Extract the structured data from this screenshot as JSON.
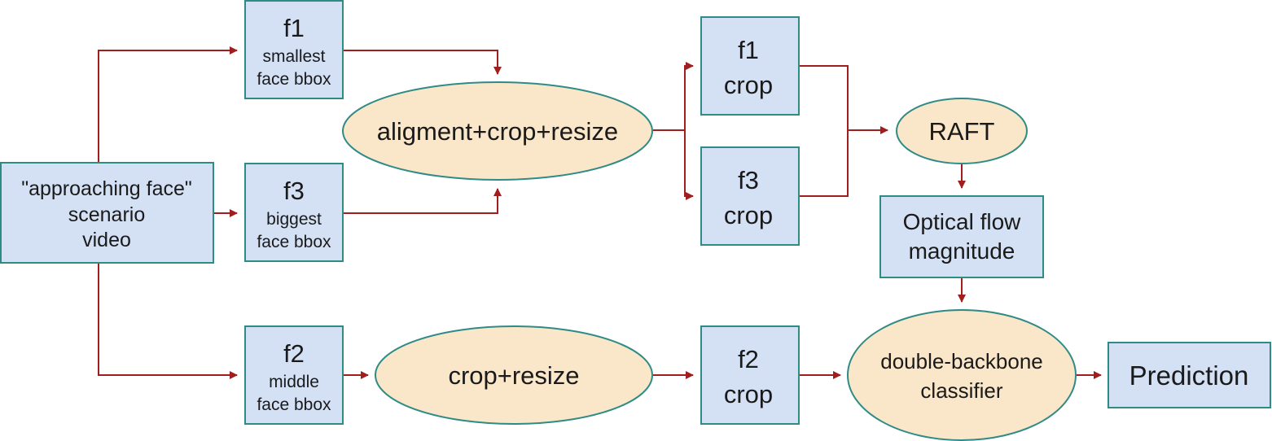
{
  "nodes": {
    "video": {
      "lines": [
        "\"approaching face\"",
        "scenario",
        "video"
      ]
    },
    "f1": {
      "title": "f1",
      "sub1": "smallest",
      "sub2": "face bbox"
    },
    "f3": {
      "title": "f3",
      "sub1": "biggest",
      "sub2": "face bbox"
    },
    "f2": {
      "title": "f2",
      "sub1": "middle",
      "sub2": "face bbox"
    },
    "align": {
      "label": "aligment+crop+resize"
    },
    "crop_resize": {
      "label": "crop+resize"
    },
    "f1crop": {
      "l1": "f1",
      "l2": "crop"
    },
    "f3crop": {
      "l1": "f3",
      "l2": "crop"
    },
    "f2crop": {
      "l1": "f2",
      "l2": "crop"
    },
    "raft": {
      "label": "RAFT"
    },
    "optflow": {
      "l1": "Optical flow",
      "l2": "magnitude"
    },
    "classifier": {
      "l1": "double-backbone",
      "l2": "classifier"
    },
    "prediction": {
      "label": "Prediction"
    }
  },
  "colors": {
    "box_fill": "#d4e1f5",
    "oval_fill": "#fae6c8",
    "border": "#2e8b86",
    "arrow": "#a01e1e"
  }
}
